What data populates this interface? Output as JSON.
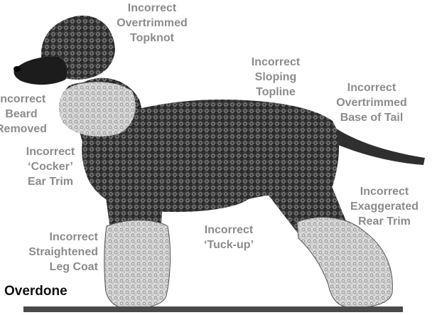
{
  "labels": {
    "topknot": "Incorrect\nOvertrimmed\nTopknot",
    "topline": "Incorrect\nSloping\nTopline",
    "tail": "Incorrect\nOvertrimmed\nBase of Tail",
    "beard": "Incorrect\nBeard\nRemoved",
    "ear": "Incorrect\n‘Cocker’\nEar Trim",
    "rear": "Incorrect\nExaggerated\nRear Trim",
    "tuck": "Incorrect\n‘Tuck-up’",
    "leg": "Incorrect\nStraightened\nLeg Coat"
  },
  "caption": "Overdone",
  "colors": {
    "label": "#8c8c8c",
    "caption": "#111111",
    "coat_dark": "#2e2e2e",
    "coat_light": "#d9d9d9",
    "rule": "#4a4a4a"
  }
}
